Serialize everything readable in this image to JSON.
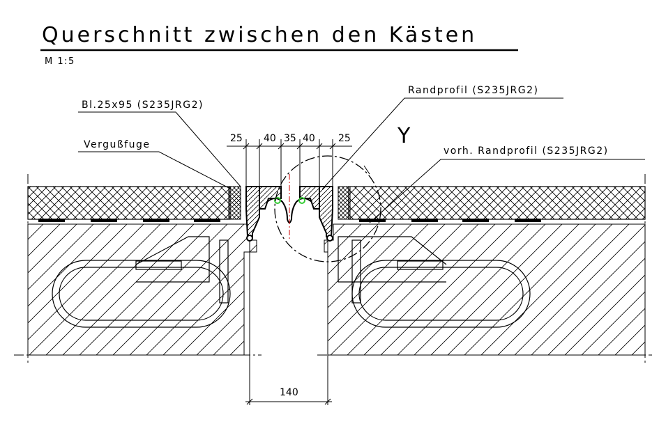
{
  "drawing": {
    "title": "Querschnitt zwischen den Kästen",
    "scale": "M 1:5",
    "labels": {
      "plate": "Bl.25x95 (S235JRG2)",
      "grout_joint": "Vergußfuge",
      "edge_profile": "Randprofil (S235JRG2)",
      "detail_marker": "Y",
      "existing_edge_profile": "vorh. Randprofil (S235JRG2)"
    },
    "dimensions": {
      "top": [
        "25",
        "40",
        "35",
        "40",
        "25"
      ],
      "bottom": "140"
    },
    "colors": {
      "line": "#000000",
      "seal_marker": "#33cc33",
      "centerline": "#cc0000"
    }
  }
}
